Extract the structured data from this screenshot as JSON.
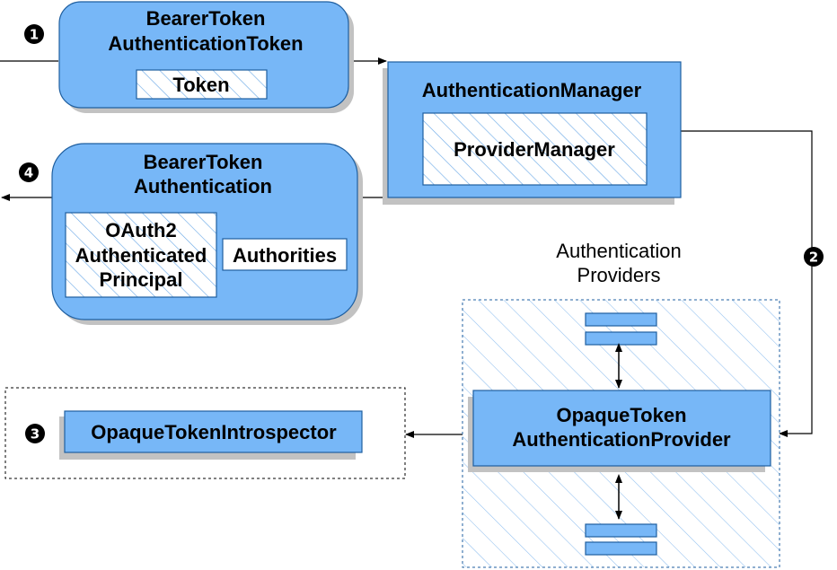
{
  "steps": {
    "step1": "1",
    "step2": "2",
    "step3": "3",
    "step4": "4"
  },
  "bearer_token_auth_token": {
    "title_line1": "BearerToken",
    "title_line2": "AuthenticationToken",
    "token_label": "Token"
  },
  "authentication_manager": {
    "title": "AuthenticationManager",
    "provider_manager_label": "ProviderManager"
  },
  "bearer_token_authentication": {
    "title_line1": "BearerToken",
    "title_line2": "Authentication",
    "principal_line1": "OAuth2",
    "principal_line2": "Authenticated",
    "principal_line3": "Principal",
    "authorities_label": "Authorities"
  },
  "authentication_providers": {
    "heading_line1": "Authentication",
    "heading_line2": "Providers",
    "provider_line1": "OpaqueToken",
    "provider_line2": "AuthenticationProvider"
  },
  "opaque_token_introspector": {
    "label": "OpaqueTokenIntrospector"
  },
  "colors": {
    "box_fill": "#77b7f7",
    "box_stroke": "#1f5fa0",
    "hatch_stroke": "#66a6e6",
    "shadow": "#c2c2c2",
    "badge_fill": "#000000"
  }
}
